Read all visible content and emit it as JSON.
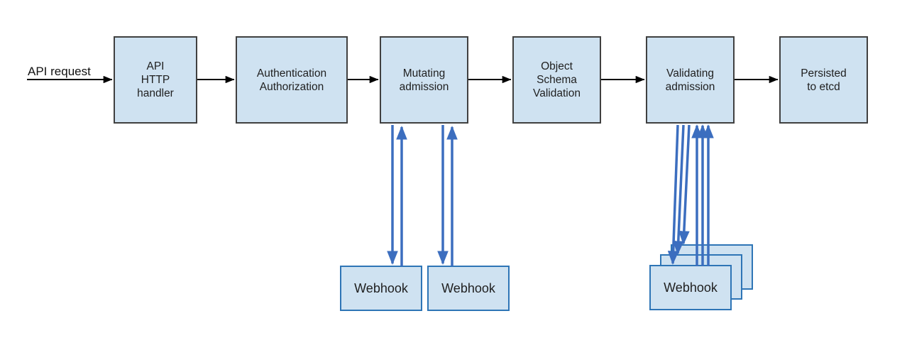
{
  "diagram": {
    "request_label": "API request",
    "colors": {
      "box_fill": "#cfe2f1",
      "pipeline_border": "#404040",
      "webhook_border": "#2e75b6",
      "webhook_arrow": "#3c6ebf",
      "flow_arrow": "#000000",
      "text_color": "#1f1f1f"
    },
    "nodes": [
      {
        "id": "api-http-handler",
        "lines": [
          "API",
          "HTTP",
          "handler"
        ]
      },
      {
        "id": "authentication-authorization",
        "lines": [
          "Authentication",
          "Authorization"
        ]
      },
      {
        "id": "mutating-admission",
        "lines": [
          "Mutating",
          "admission"
        ]
      },
      {
        "id": "object-schema-validation",
        "lines": [
          "Object",
          "Schema",
          "Validation"
        ]
      },
      {
        "id": "validating-admission",
        "lines": [
          "Validating",
          "admission"
        ]
      },
      {
        "id": "persisted-to-etcd",
        "lines": [
          "Persisted",
          "to etcd"
        ]
      }
    ],
    "flow": [
      "API request -> API HTTP handler",
      "API HTTP handler -> Authentication Authorization",
      "Authentication Authorization -> Mutating admission",
      "Mutating admission -> Object Schema Validation",
      "Object Schema Validation -> Validating admission",
      "Validating admission -> Persisted to etcd",
      "Mutating admission <-> Webhook (x2)",
      "Validating admission <-> Webhook (stacked, x3)"
    ],
    "mutating_webhooks": [
      {
        "label": "Webhook"
      },
      {
        "label": "Webhook"
      }
    ],
    "validating_webhooks": [
      {
        "label": "Webhook"
      }
    ]
  }
}
